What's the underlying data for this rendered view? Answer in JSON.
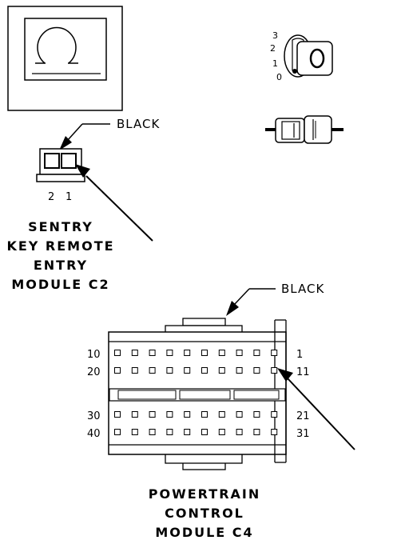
{
  "sentry_connector": {
    "wire_color": "BLACK",
    "pin_right_num": "1",
    "pin_left_num": "2",
    "caption_lines": [
      "SENTRY",
      "KEY REMOTE",
      "ENTRY",
      "MODULE C2"
    ]
  },
  "pcm_connector": {
    "wire_color": "BLACK",
    "left_labels": [
      "10",
      "20",
      "30",
      "40"
    ],
    "right_labels": [
      "1",
      "11",
      "21",
      "31"
    ],
    "caption_lines": [
      "POWERTRAIN",
      "CONTROL",
      "MODULE C4"
    ]
  },
  "ignition_icon": {
    "positions": [
      "3",
      "2",
      "1",
      "0"
    ]
  },
  "icons": [
    "headphone-symbol-icon",
    "ignition-key-icon",
    "connector-plug-icon"
  ]
}
